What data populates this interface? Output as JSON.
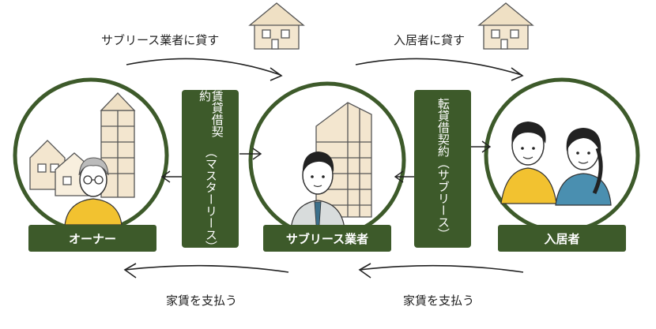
{
  "flows": {
    "top_left": "サブリース業者に貸す",
    "top_right": "入居者に貸す",
    "bottom_left": "家賃を支払う",
    "bottom_right": "家賃を支払う"
  },
  "parties": {
    "owner": "オーナー",
    "sublease": "サブリース業者",
    "tenant": "入居者"
  },
  "contracts": {
    "master": {
      "main": "賃貸借契約",
      "sub": "（マスターリース）"
    },
    "sub": {
      "main": "転貸借契約",
      "sub": "（サブリース）"
    }
  },
  "colors": {
    "accent": "#3d5a2a",
    "skin": "#ffffff",
    "shirt_yellow": "#f2c230",
    "shirt_blue": "#4a8fb0",
    "house_fill": "#f3e6cf"
  }
}
